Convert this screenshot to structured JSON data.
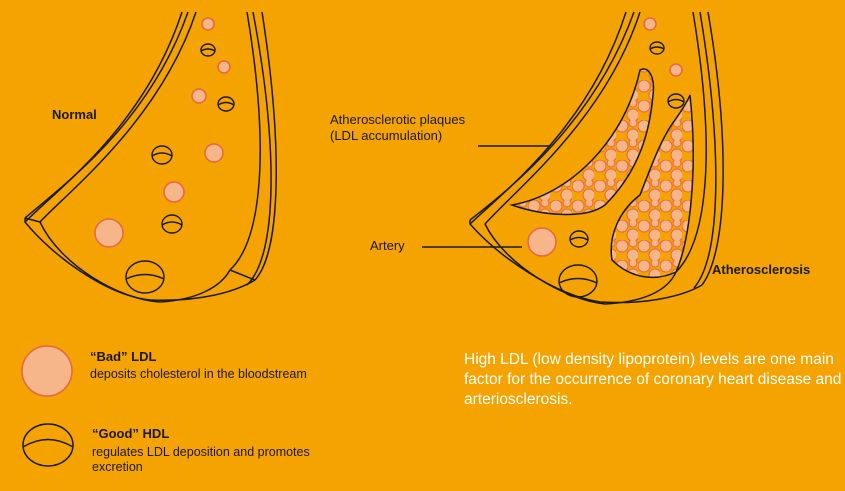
{
  "labels": {
    "normal": "Normal",
    "atherosclerosis": "Atherosclerosis",
    "plaques_line1": "Atherosclerotic plaques",
    "plaques_line2": "(LDL accumulation)",
    "artery": "Artery"
  },
  "legend": {
    "ldl_title": "“Bad” LDL",
    "ldl_desc": "deposits cholesterol in the bloodstream",
    "hdl_title": "“Good” HDL",
    "hdl_desc": "regulates LDL deposition and promotes excretion"
  },
  "info_text": "High LDL (low density lipoprotein) levels are one main factor for the occurrence of coronary heart disease and arteriosclerosis.",
  "colors": {
    "background": "#F5A300",
    "ldl_fill": "#F7B58A",
    "ldl_stroke": "#E8663D",
    "line": "#1a1a1a",
    "info_text": "#ffffff"
  }
}
